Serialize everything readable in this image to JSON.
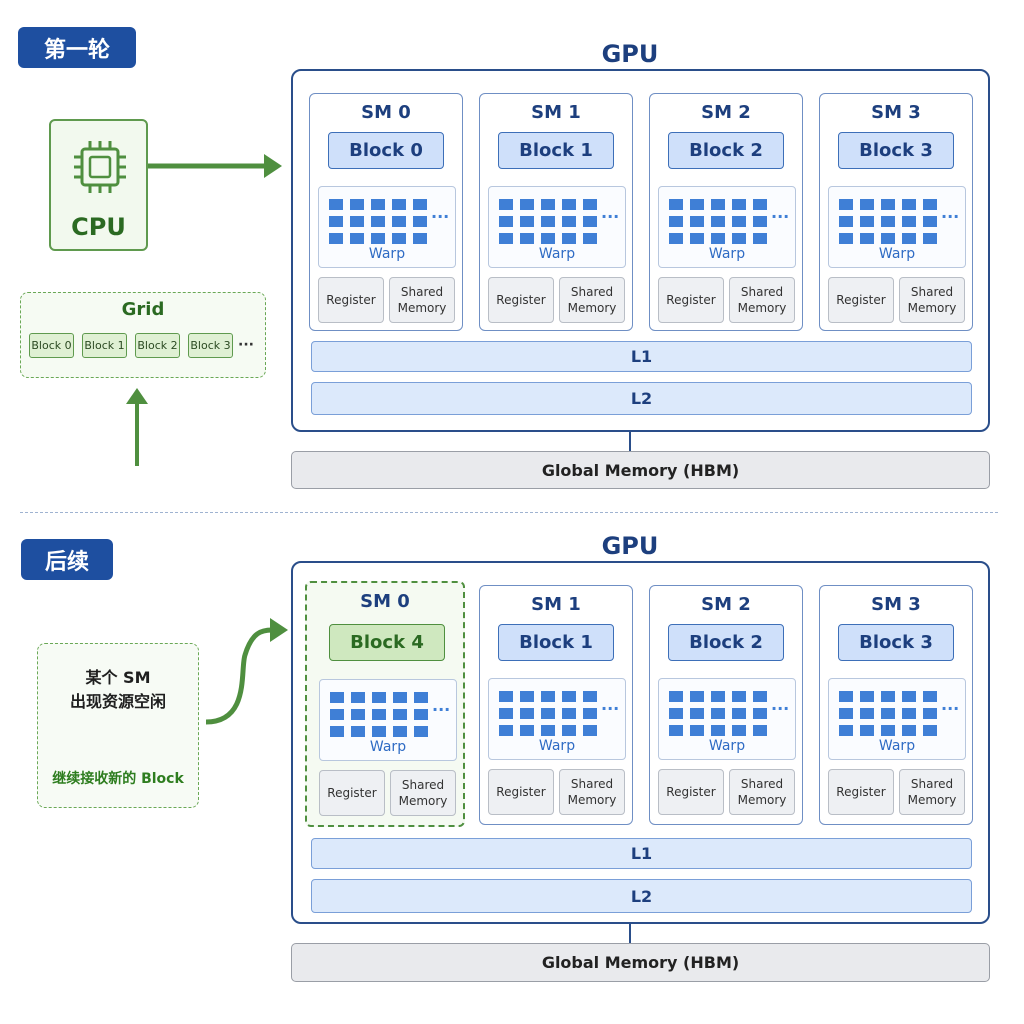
{
  "phases": {
    "first_round": {
      "badge": "第一轮"
    },
    "subsequent": {
      "badge": "后续"
    }
  },
  "gpu": {
    "title": "GPU"
  },
  "sm_labels": [
    "SM 0",
    "SM 1",
    "SM 2",
    "SM 3"
  ],
  "round1_blocks": [
    "Block 0",
    "Block 1",
    "Block 2",
    "Block 3"
  ],
  "round2_blocks": [
    "Block 4",
    "Block 1",
    "Block 2",
    "Block 3"
  ],
  "warp": {
    "label": "Warp",
    "dots": "···"
  },
  "memory": {
    "register": "Register",
    "shared_line1": "Shared",
    "shared_line2": "Memory"
  },
  "cache": {
    "l1": "L1",
    "l2": "L2"
  },
  "global_memory": "Global Memory (HBM)",
  "cpu": {
    "label": "CPU"
  },
  "grid": {
    "title": "Grid",
    "blocks": [
      "Block 0",
      "Block 1",
      "Block 2",
      "Block 3"
    ],
    "ellipsis": "···"
  },
  "note": {
    "line1": "某个 SM",
    "line2": "出现资源空闲",
    "line3": "继续接收新的 Block"
  },
  "colors": {
    "gpu_border": "#2a4e8a",
    "block_fill": "#cfe0fa",
    "green_accent": "#4f8f3f",
    "warp_cell": "#3f7fd6"
  }
}
